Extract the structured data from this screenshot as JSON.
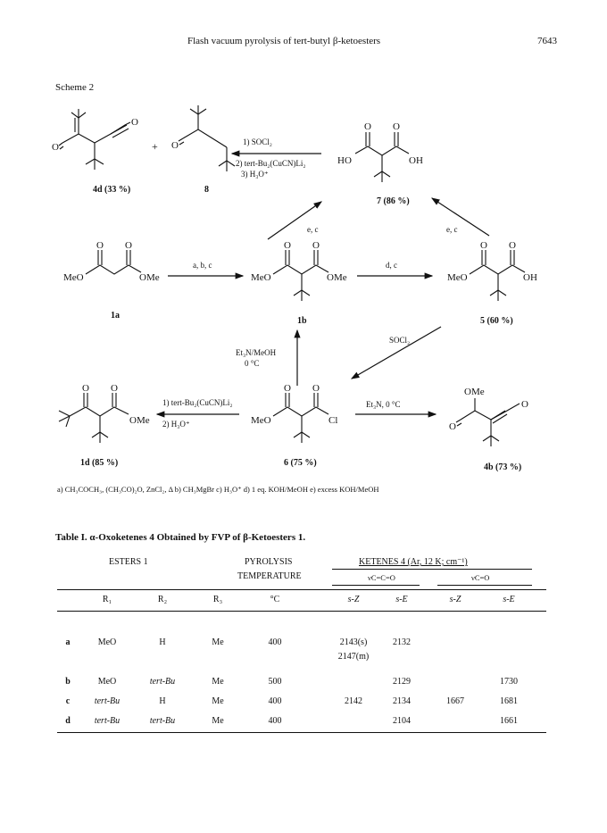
{
  "header": {
    "running_title": "Flash vacuum pyrolysis of tert-butyl β-ketoesters",
    "page_number": "7643"
  },
  "scheme": {
    "label": "Scheme 2",
    "compounds": {
      "c4d": "4d (33 %)",
      "c8": "8",
      "c7": "7 (86 %)",
      "c1a": "1a",
      "c1b": "1b",
      "c5": "5 (60 %)",
      "c1d": "1d (85 %)",
      "c6": "6 (75 %)",
      "c4b": "4b (73 %)"
    },
    "atoms": {
      "O": "O",
      "HO": "HO",
      "OH": "OH",
      "MeO": "MeO",
      "OMe": "OMe",
      "Cl": "Cl",
      "plus": "+"
    },
    "reagents": {
      "to8_step1": "1) SOCl₂",
      "to8_step2": "2) tert-Bu₂(CuCN)Li₂",
      "to8_step3": "3) H₃O⁺",
      "abc": "a, b, c",
      "dc": "d, c",
      "ec_left": "e, c",
      "ec_right": "e, c",
      "socl2": "SOCl₂",
      "et3n_meoh": "Et₃N/MeOH",
      "zero_c": "0 °C",
      "to1d_step1": "1) tert-Bu₂(CuCN)Li₂",
      "to1d_step2": "2) H₃O⁺",
      "et3n_0c": "Et₃N, 0 °C"
    },
    "footnote": "a) CH₃COCH₃, (CH₃CO)₂O, ZnCl₂, Δ  b) CH₃MgBr  c) H₃O⁺  d) 1 eq. KOH/MeOH  e) excess KOH/MeOH"
  },
  "table": {
    "title": "Table I.  α-Oxoketenes 4 Obtained by FVP of β-Ketoesters 1.",
    "group_headers": {
      "esters": "ESTERS 1",
      "pyrolysis_1": "PYROLYSIS",
      "pyrolysis_2": "TEMPERATURE",
      "ketenes": "KETENES 4 (Ar, 12 K; cm⁻¹)",
      "nu_cco": "νC=C=O",
      "nu_co": "νC=O"
    },
    "columns": [
      "R₁",
      "R₂",
      "R₃",
      "°C",
      "s-Z",
      "s-E",
      "s-Z",
      "s-E"
    ],
    "rows": [
      {
        "id": "a",
        "r1": "MeO",
        "r2": "H",
        "r3": "Me",
        "temp": "400",
        "cco_sz": "2143(s)",
        "cco_sz2": "2147(m)",
        "cco_se": "2132",
        "co_sz": "",
        "co_se": ""
      },
      {
        "id": "b",
        "r1": "MeO",
        "r2": "tert-Bu",
        "r3": "Me",
        "temp": "500",
        "cco_sz": "",
        "cco_sz2": "",
        "cco_se": "2129",
        "co_sz": "",
        "co_se": "1730"
      },
      {
        "id": "c",
        "r1": "tert-Bu",
        "r2": "H",
        "r3": "Me",
        "temp": "400",
        "cco_sz": "2142",
        "cco_sz2": "",
        "cco_se": "2134",
        "co_sz": "1667",
        "co_se": "1681"
      },
      {
        "id": "d",
        "r1": "tert-Bu",
        "r2": "tert-Bu",
        "r3": "Me",
        "temp": "400",
        "cco_sz": "",
        "cco_sz2": "",
        "cco_se": "2104",
        "co_sz": "",
        "co_se": "1661"
      }
    ]
  }
}
